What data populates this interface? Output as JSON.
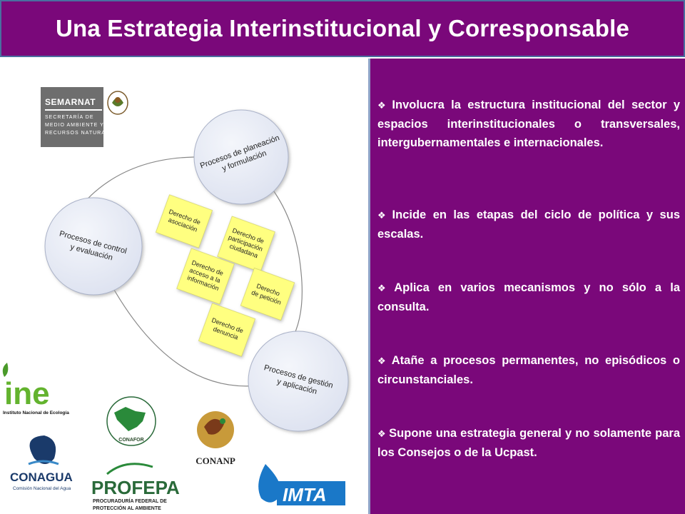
{
  "title": "Una Estrategia Interinstitucional y Corresponsable",
  "bullets": [
    "Involucra la estructura institucional del sector y espacios interinstitucionales o transversales, intergubernamentales e internacionales.",
    "Incide en las etapas del ciclo de política y sus escalas.",
    "Aplica en varios mecanismos y no sólo a la consulta.",
    "Atañe a procesos permanentes, no episódicos o circunstanciales.",
    "Supone una estrategia general y no solamente para los Consejos o de la Ucpast."
  ],
  "diagram": {
    "circles": [
      {
        "line1": "Procesos de planeación",
        "line2": "y formulación"
      },
      {
        "line1": "Procesos de control",
        "line2": "y evaluación"
      },
      {
        "line1": "Procesos de gestión",
        "line2": "y aplicación"
      }
    ],
    "rights": [
      {
        "line1": "Derecho de",
        "line2": "asociación",
        "line3": ""
      },
      {
        "line1": "Derecho de",
        "line2": "participación",
        "line3": "ciudadana"
      },
      {
        "line1": "Derecho de",
        "line2": "acceso a la",
        "line3": "información"
      },
      {
        "line1": "Derecho",
        "line2": "de petición",
        "line3": ""
      },
      {
        "line1": "Derecho de",
        "line2": "denuncia",
        "line3": ""
      }
    ]
  },
  "logos": {
    "semarnat_name": "SEMARNAT",
    "semarnat_desc1": "SECRETARÍA DE",
    "semarnat_desc2": "MEDIO AMBIENTE Y",
    "semarnat_desc3": "RECURSOS NATURALES",
    "ine_mark": "ine",
    "ine_name": "Instituto Nacional de Ecología",
    "conafor": "CONAFOR",
    "conanp": "CONANP",
    "conagua": "CONAGUA",
    "conagua_sub": "Comisión Nacional del Agua",
    "profepa": "PROFEPA",
    "profepa_sub1": "PROCURADURÍA FEDERAL DE",
    "profepa_sub2": "PROTECCIÓN AL AMBIENTE",
    "imta": "IMTA"
  },
  "colors": {
    "purple": "#7a087a",
    "border_blue": "#4a6ea0",
    "circle_fill": "#e4e8f4",
    "note_fill": "#ffff80",
    "ine_green": "#63b32e"
  }
}
